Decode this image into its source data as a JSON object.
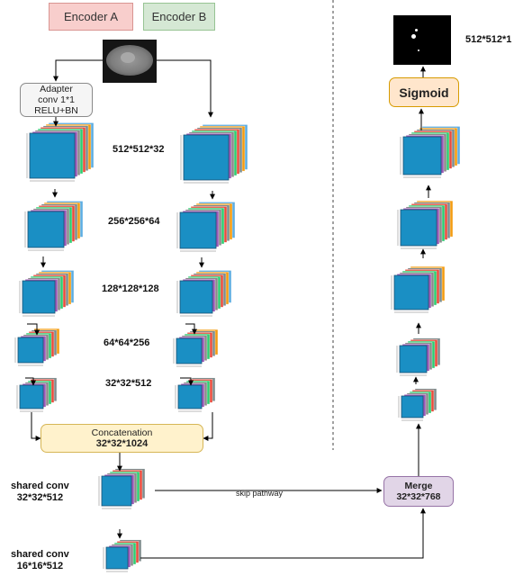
{
  "encoders": {
    "a_label": "Encoder A",
    "b_label": "Encoder B"
  },
  "adapter": {
    "line1": "Adapter",
    "line2": "conv 1*1",
    "line3": "RELU+BN"
  },
  "encoder_levels": [
    "512*512*32",
    "256*256*64",
    "128*128*128",
    "64*64*256",
    "32*32*512"
  ],
  "concatenation": {
    "title": "Concatenation",
    "size": "32*32*1024"
  },
  "shared_conv_1": {
    "line1": "shared conv",
    "line2": "32*32*512"
  },
  "shared_conv_2": {
    "line1": "shared conv",
    "line2": "16*16*512"
  },
  "skip_label": "skip pathway",
  "merge": {
    "title": "Merge",
    "size": "32*32*768"
  },
  "sigmoid_label": "Sigmoid",
  "output_size": "512*512*1",
  "colors": {
    "block_front": "#1a8fc4",
    "layer_colors": [
      "#3a3a3a",
      "#9b59b6",
      "#8a8a8a",
      "#2ecc71",
      "#e74c3c",
      "#7f8c8d",
      "#f39c12",
      "#5dade2"
    ],
    "encoder_a": "#f8cecc",
    "encoder_b": "#d5e8d4",
    "concat": "#fff2cc",
    "merge": "#e1d5e7",
    "sigmoid": "#ffe6cc"
  }
}
